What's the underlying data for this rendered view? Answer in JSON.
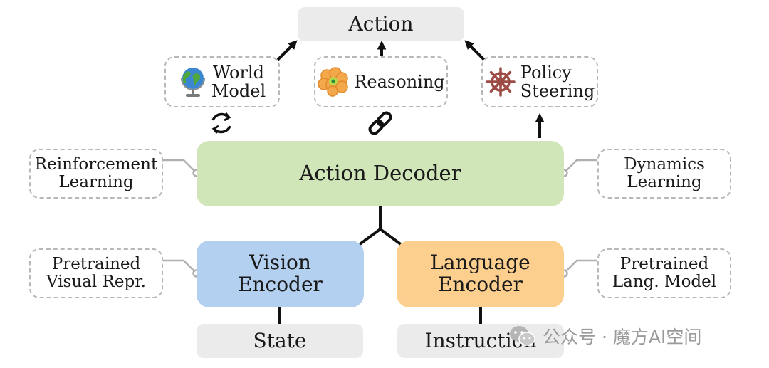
{
  "top": {
    "action": "Action"
  },
  "modules": {
    "world_model": {
      "line1": "World",
      "line2": "Model",
      "icon": "globe-icon"
    },
    "reasoning": {
      "label": "Reasoning",
      "icon": "brain-icon"
    },
    "policy_steering": {
      "line1": "Policy",
      "line2": "Steering",
      "icon": "ship-wheel-icon"
    }
  },
  "links": {
    "world_model": "cycle-icon",
    "reasoning": "chain-link-icon",
    "policy_steering": "arrow-up-icon"
  },
  "decoder": {
    "label": "Action Decoder"
  },
  "side": {
    "rl": {
      "line1": "Reinforcement",
      "line2": "Learning"
    },
    "dynamics": {
      "line1": "Dynamics",
      "line2": "Learning"
    },
    "pvr": {
      "line1": "Pretrained",
      "line2": "Visual Repr."
    },
    "plm": {
      "line1": "Pretrained",
      "line2": "Lang. Model"
    }
  },
  "encoders": {
    "vision": {
      "line1": "Vision",
      "line2": "Encoder"
    },
    "language": {
      "line1": "Language",
      "line2": "Encoder"
    }
  },
  "inputs": {
    "state": "State",
    "instruction": "Instruction"
  },
  "watermark": {
    "text": "公众号 · 魔方AI空间",
    "icon": "wechat-icon"
  },
  "colors": {
    "decoder": "#d0e6b8",
    "vision": "#b3d0f0",
    "language": "#fccf8e",
    "grey_box": "#ebebeb",
    "dashed_border": "#b8b8b8",
    "wheel": "#9c4b45",
    "brain": "#f3a84c"
  }
}
